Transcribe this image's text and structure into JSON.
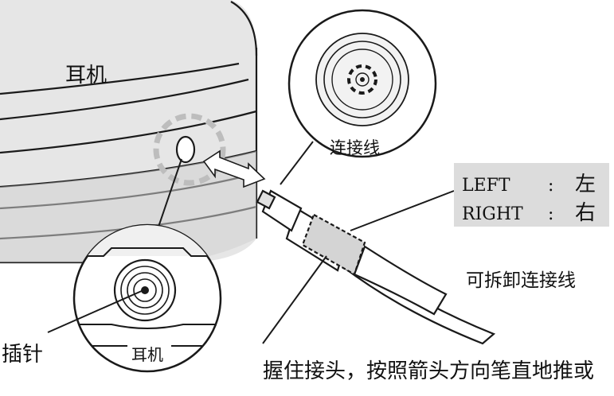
{
  "labels": {
    "earphone": "耳机",
    "cable": "连接线",
    "pin": "插针",
    "earphone_inset": "耳机",
    "detachable_cable": "可拆卸连接线",
    "instruction": "握住接头，按照箭头方向笔直地推或"
  },
  "lr_box": {
    "left_key": "LEFT",
    "left_sep": ":",
    "left_val": "左",
    "right_key": "RIGHT",
    "right_sep": ":",
    "right_val": "右"
  },
  "colors": {
    "line": "#1a1a1a",
    "earphone_body": "#e6e6e6",
    "earphone_shadow": "#c9c9c9",
    "dashed_highlight": "#bdbdbd",
    "grip_fill": "#d4d4d4",
    "label_box": "#dcdcdc"
  }
}
